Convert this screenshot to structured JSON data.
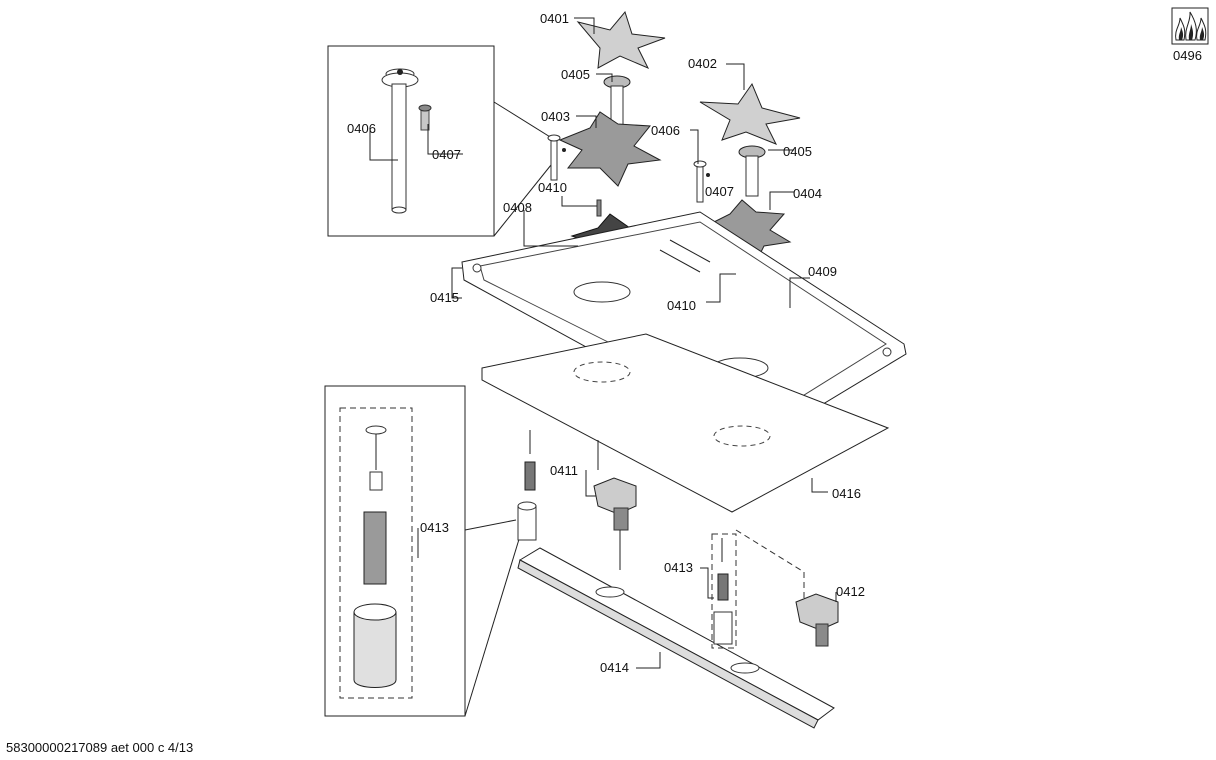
{
  "brand_icon": "flame-icon",
  "icon_code": "0496",
  "footer_text": "58300000217089 aet 000 c 4/13",
  "labels": {
    "p0401": "0401",
    "p0402": "0402",
    "p0403": "0403",
    "p0404": "0404",
    "p0405a": "0405",
    "p0405b": "0405",
    "p0406a": "0406",
    "p0406b": "0406",
    "p0407a": "0407",
    "p0407b": "0407",
    "p0408": "0408",
    "p0409": "0409",
    "p0410a": "0410",
    "p0410b": "0410",
    "p0411": "0411",
    "p0412": "0412",
    "p0413a": "0413",
    "p0413b": "0413",
    "p0414": "0414",
    "p0415": "0415",
    "p0416": "0416"
  }
}
